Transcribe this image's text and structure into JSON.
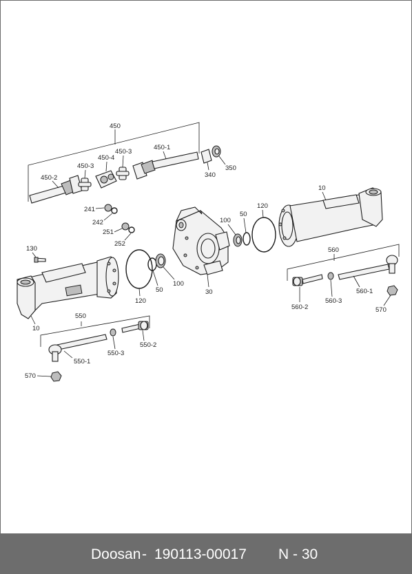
{
  "footer": {
    "brand": "Doosan",
    "separator": "-",
    "part_number": "190113-00017",
    "page": "N - 30"
  },
  "callouts": {
    "c450": "450",
    "c450_1": "450-1",
    "c450_2": "450-2",
    "c450_3a": "450-3",
    "c450_3b": "450-3",
    "c450_4": "450-4",
    "c340": "340",
    "c350": "350",
    "c241": "241",
    "c242": "242",
    "c251": "251",
    "c252": "252",
    "c130": "130",
    "c10a": "10",
    "c10b": "10",
    "c120a": "120",
    "c120b": "120",
    "c50a": "50",
    "c50b": "50",
    "c100a": "100",
    "c100b": "100",
    "c30": "30",
    "c560": "560",
    "c560_1": "560-1",
    "c560_2": "560-2",
    "c560_3": "560-3",
    "c570a": "570",
    "c550": "550",
    "c550_1": "550-1",
    "c550_2": "550-2",
    "c550_3": "550-3",
    "c570b": "570"
  }
}
